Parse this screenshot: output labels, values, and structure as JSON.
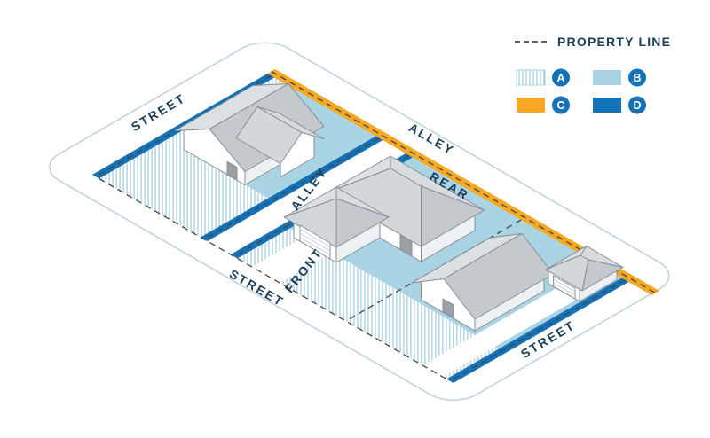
{
  "legend": {
    "property_line_label": "PROPERTY LINE",
    "items": {
      "a": "A",
      "b": "B",
      "c": "C",
      "d": "D"
    }
  },
  "labels": {
    "street_left": "STREET",
    "street_front": "STREET",
    "street_right": "STREET",
    "alley_rear": "ALLEY",
    "alley_mid": "ALLEY",
    "rear": "REAR",
    "front": "FRONT"
  },
  "colors": {
    "hatch_a": "#8fc0d6",
    "setback_b": "#a9d4e4",
    "alley_c": "#f7a824",
    "street_d": "#1372b8",
    "badge": "#1372b8",
    "label_text": "#1c3e58",
    "property_line_dash": "#474747",
    "outline": "#b9cfdc"
  }
}
